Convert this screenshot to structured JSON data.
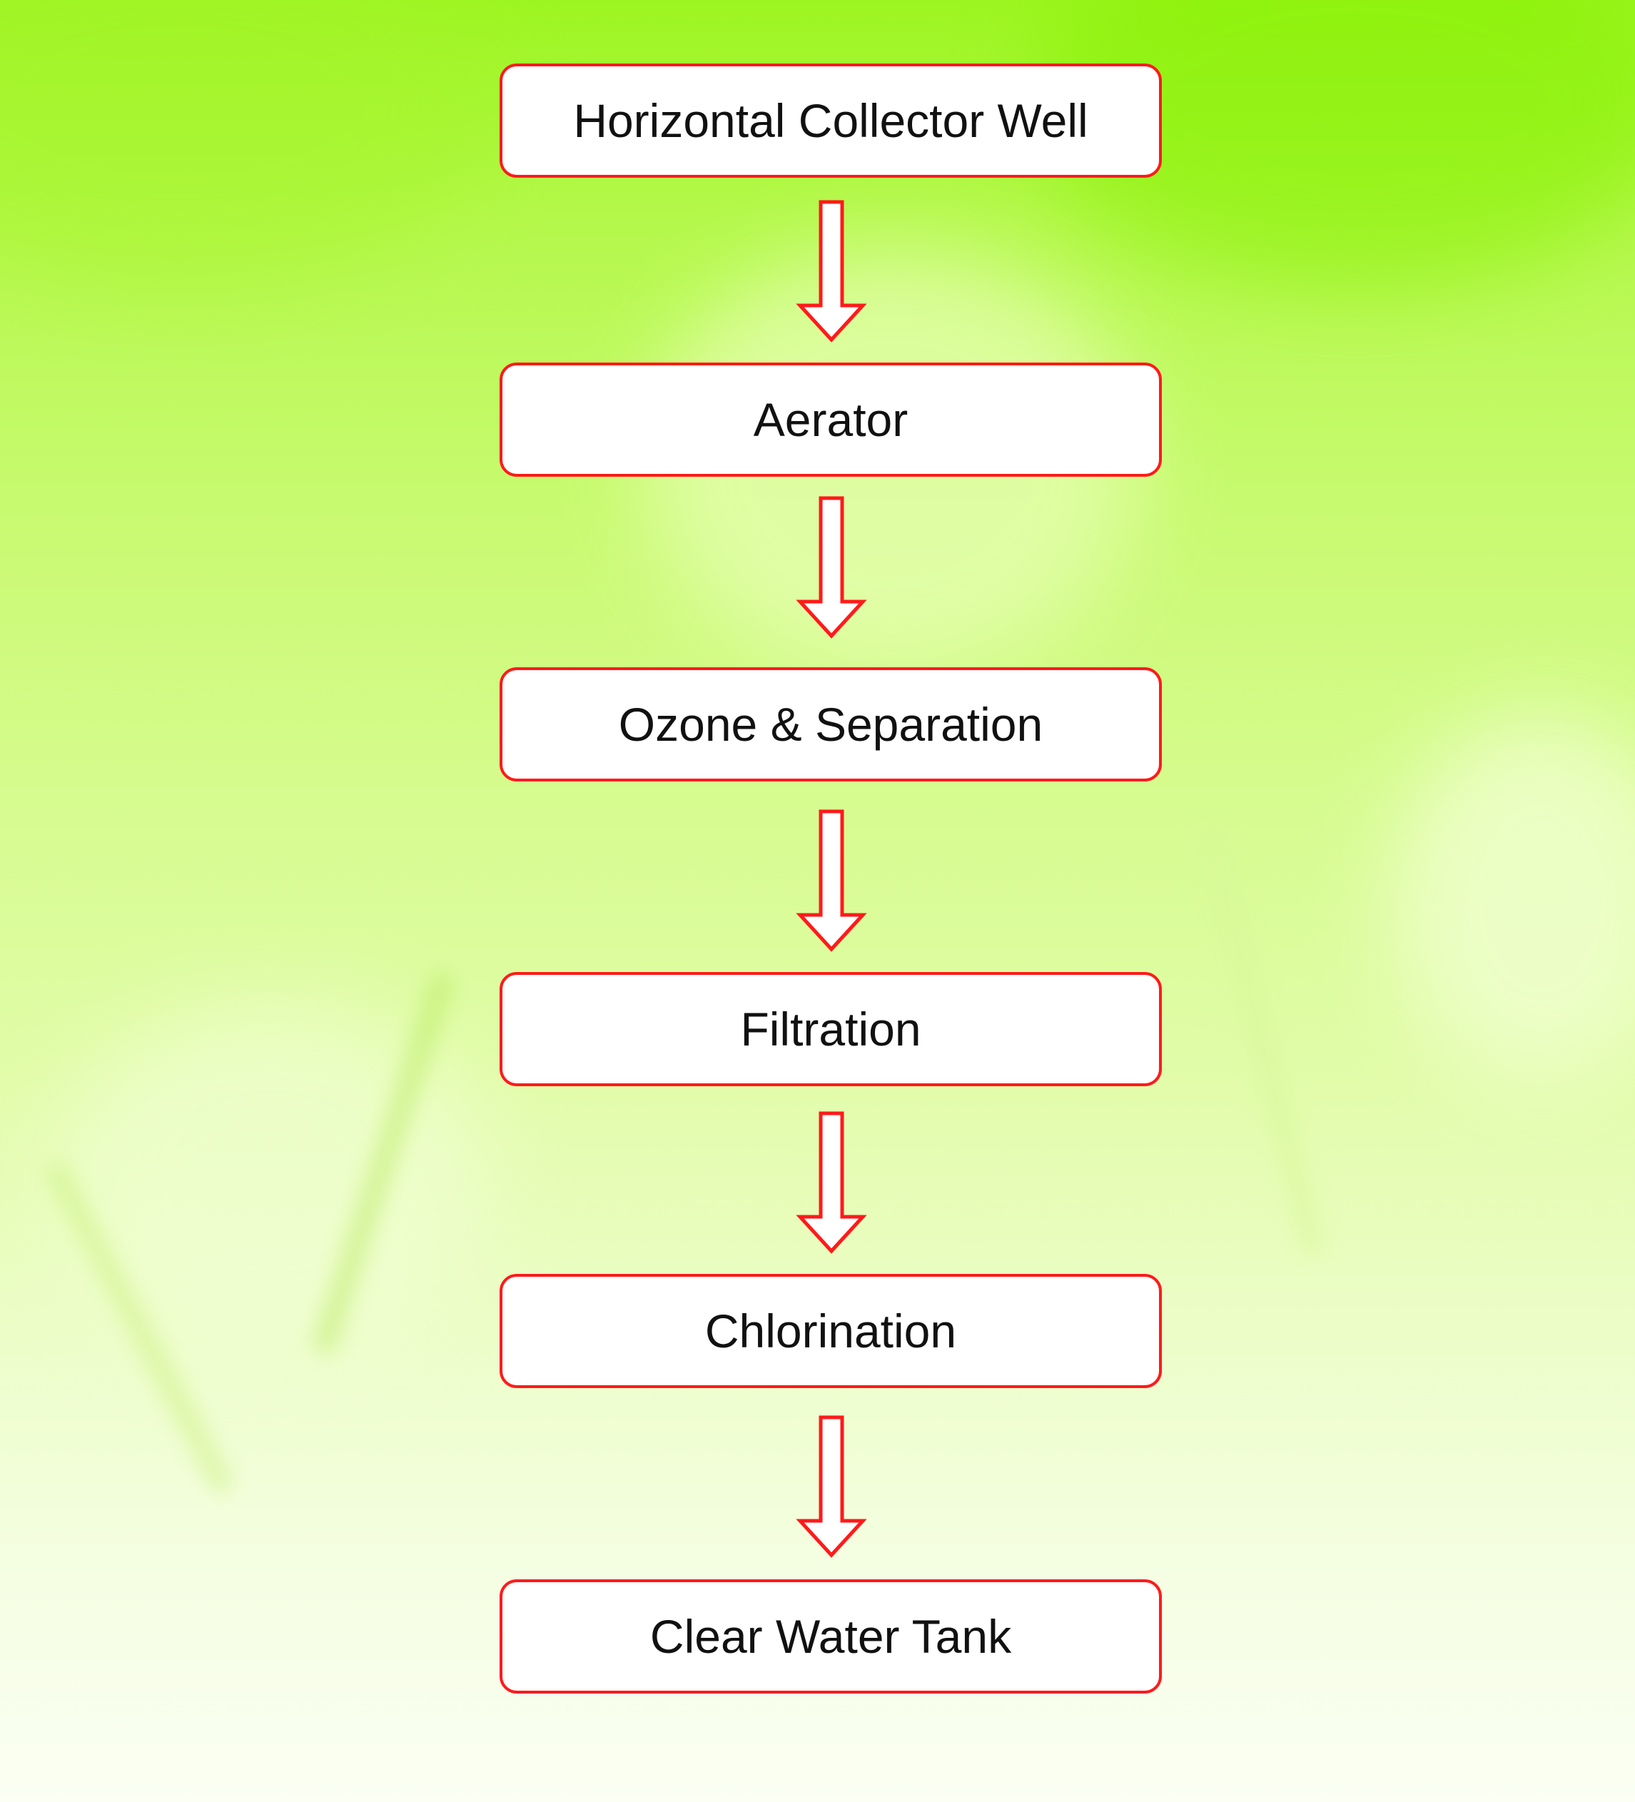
{
  "steps": [
    {
      "label": "Horizontal Collector Well"
    },
    {
      "label": "Aerator"
    },
    {
      "label": "Ozone & Separation"
    },
    {
      "label": "Filtration"
    },
    {
      "label": "Chlorination"
    },
    {
      "label": "Clear Water Tank"
    }
  ],
  "colors": {
    "box_border": "#ff1a1a",
    "arrow_stroke": "#ff1a1a",
    "box_fill": "#ffffff",
    "background_top": "#9cf520",
    "background_bottom": "#fbfff4"
  }
}
